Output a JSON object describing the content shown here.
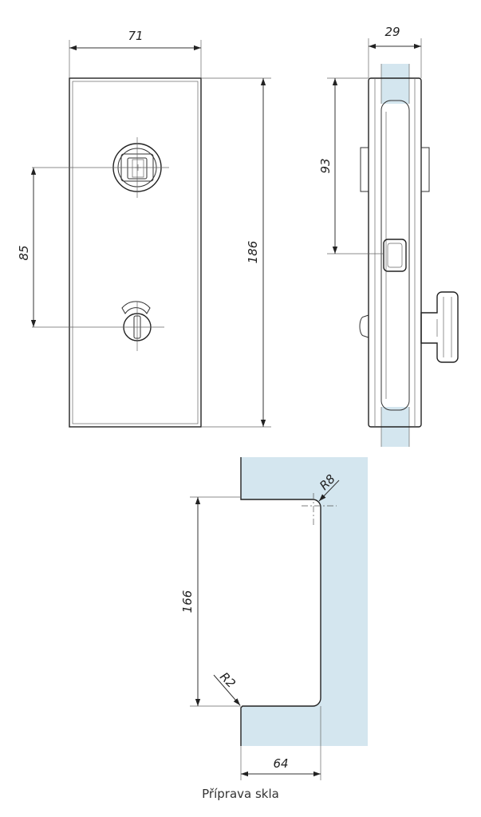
{
  "front_view": {
    "width_label": "71",
    "height_label": "186",
    "center_distance_label": "85"
  },
  "side_view": {
    "thickness_label": "29",
    "height_label": "93"
  },
  "glass_cutout": {
    "radius_top_label": "R8",
    "radius_bottom_label": "R2",
    "height_label": "166",
    "depth_label": "64"
  },
  "caption": "Příprava skla",
  "colors": {
    "glass": "#d4e6ef",
    "line": "#333333"
  }
}
